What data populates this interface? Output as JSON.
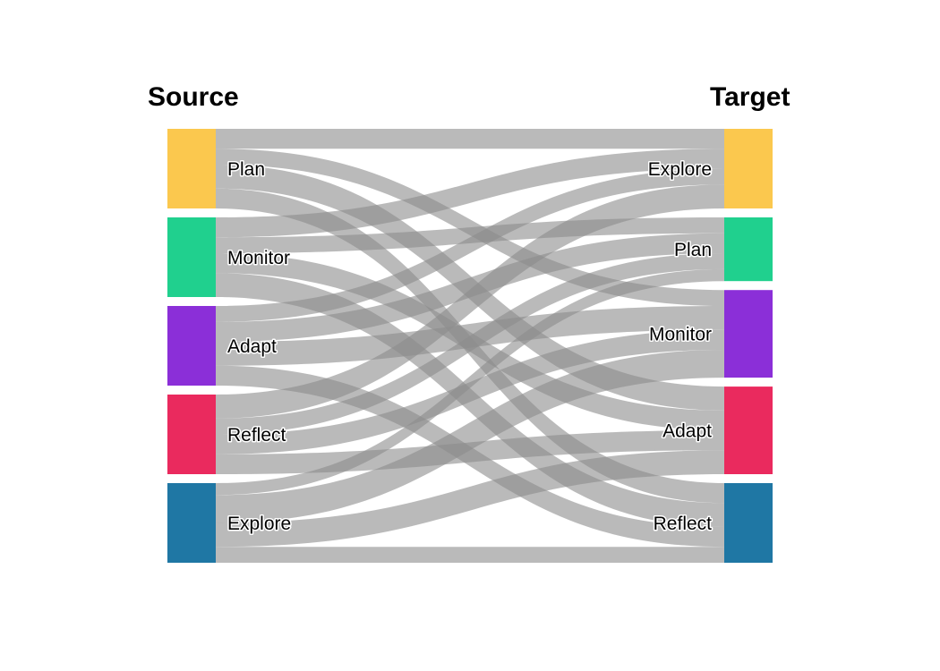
{
  "chart_data": {
    "type": "sankey",
    "columns": {
      "left": {
        "title": "Source",
        "nodes": [
          {
            "label": "Plan",
            "color": "#fbc84e"
          },
          {
            "label": "Monitor",
            "color": "#20d08e"
          },
          {
            "label": "Adapt",
            "color": "#8b2fd8"
          },
          {
            "label": "Reflect",
            "color": "#ea2a5e"
          },
          {
            "label": "Explore",
            "color": "#1f77a4"
          }
        ]
      },
      "right": {
        "title": "Target",
        "nodes": [
          {
            "label": "Explore",
            "color": "#fbc84e"
          },
          {
            "label": "Plan",
            "color": "#20d08e"
          },
          {
            "label": "Monitor",
            "color": "#8b2fd8"
          },
          {
            "label": "Adapt",
            "color": "#ea2a5e"
          },
          {
            "label": "Reflect",
            "color": "#1f77a4"
          }
        ]
      }
    },
    "links": [
      {
        "source": "Plan",
        "target": "Explore",
        "value": 5
      },
      {
        "source": "Plan",
        "target": "Monitor",
        "value": 4
      },
      {
        "source": "Plan",
        "target": "Adapt",
        "value": 6
      },
      {
        "source": "Plan",
        "target": "Reflect",
        "value": 5
      },
      {
        "source": "Monitor",
        "target": "Explore",
        "value": 5
      },
      {
        "source": "Monitor",
        "target": "Plan",
        "value": 4
      },
      {
        "source": "Monitor",
        "target": "Adapt",
        "value": 5
      },
      {
        "source": "Monitor",
        "target": "Reflect",
        "value": 6
      },
      {
        "source": "Adapt",
        "target": "Explore",
        "value": 4
      },
      {
        "source": "Adapt",
        "target": "Plan",
        "value": 5
      },
      {
        "source": "Adapt",
        "target": "Monitor",
        "value": 6
      },
      {
        "source": "Adapt",
        "target": "Reflect",
        "value": 5
      },
      {
        "source": "Reflect",
        "target": "Explore",
        "value": 6
      },
      {
        "source": "Reflect",
        "target": "Plan",
        "value": 4
      },
      {
        "source": "Reflect",
        "target": "Monitor",
        "value": 5
      },
      {
        "source": "Reflect",
        "target": "Adapt",
        "value": 5
      },
      {
        "source": "Explore",
        "target": "Plan",
        "value": 3
      },
      {
        "source": "Explore",
        "target": "Monitor",
        "value": 7
      },
      {
        "source": "Explore",
        "target": "Adapt",
        "value": 6
      },
      {
        "source": "Explore",
        "target": "Reflect",
        "value": 4
      }
    ],
    "link_color": "rgba(140,140,140,0.6)"
  }
}
